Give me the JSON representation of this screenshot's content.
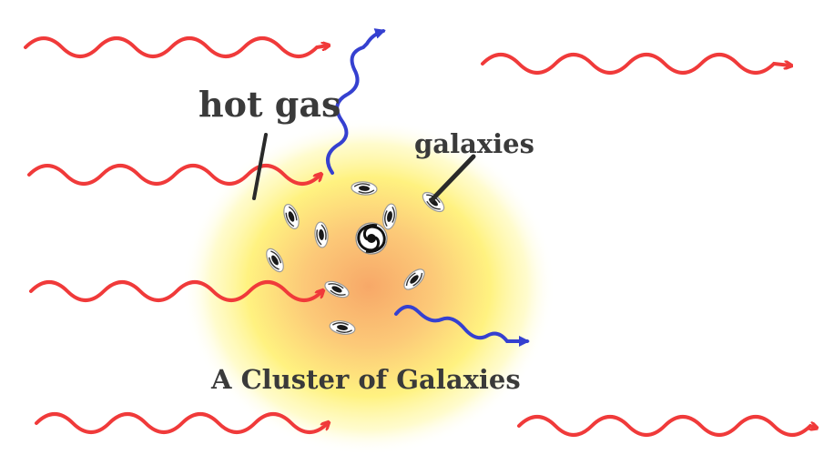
{
  "labels": {
    "hot_gas": "hot gas",
    "galaxies": "galaxies",
    "caption": "A Cluster of Galaxies"
  },
  "colors": {
    "incoming_wave": "#f03a3a",
    "scattered_wave": "#3540d0",
    "gas_glow": "#fff070",
    "galaxy": "#1a1a1a",
    "pointer": "#2a2a2a"
  },
  "icons": [
    "wave-arrow-icon",
    "spiral-galaxy-icon"
  ]
}
